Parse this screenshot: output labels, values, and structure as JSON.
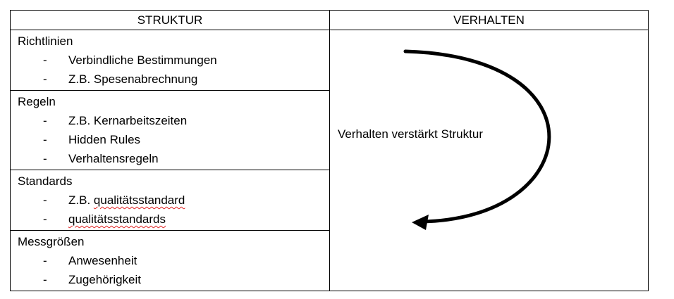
{
  "table": {
    "headers": [
      "STRUKTUR",
      "VERHALTEN"
    ],
    "sections": [
      {
        "title": "Richtlinien",
        "items": [
          {
            "dash": "-",
            "text": "Verbindliche Bestimmungen",
            "spellcheck": false
          },
          {
            "dash": "-",
            "text": "Z.B. Spesenabrechnung",
            "spellcheck": false
          }
        ]
      },
      {
        "title": "Regeln",
        "items": [
          {
            "dash": "-",
            "text": "Z.B. Kernarbeitszeiten",
            "spellcheck": false
          },
          {
            "dash": "-",
            "text": "Hidden Rules",
            "spellcheck": false
          },
          {
            "dash": "-",
            "text": "Verhaltensregeln",
            "spellcheck": false
          }
        ]
      },
      {
        "title": "Standards",
        "items": [
          {
            "dash": "-",
            "prefix": "Z.B. ",
            "text": "qualitätsstandard",
            "spellcheck": true
          },
          {
            "dash": "-",
            "prefix": "",
            "text": "qualitätsstandards",
            "spellcheck": true
          }
        ]
      },
      {
        "title": "Messgrößen",
        "items": [
          {
            "dash": "-",
            "text": "Anwesenheit",
            "spellcheck": false
          },
          {
            "dash": "-",
            "text": "Zugehörigkeit",
            "spellcheck": false
          }
        ]
      }
    ],
    "verhalten_caption": "Verhalten verstärkt Struktur",
    "spellcheck_color": "#e02020"
  }
}
